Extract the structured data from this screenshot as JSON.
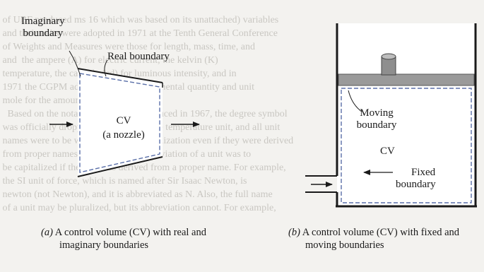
{
  "left": {
    "labels": {
      "imaginary_line1": "Imaginary",
      "imaginary_line2": "boundary",
      "real": "Real boundary",
      "cv": "CV",
      "nozzle": "(a nozzle)"
    },
    "caption": {
      "letter": "(a)",
      "line1": "A control volume (CV) with real and",
      "line2": "imaginary boundaries"
    }
  },
  "right": {
    "labels": {
      "moving_line1": "Moving",
      "moving_line2": "boundary",
      "cv": "CV",
      "fixed_line1": "Fixed",
      "fixed_line2": "boundary"
    },
    "caption": {
      "letter": "(b)",
      "line1": "A control volume (CV) with fixed and",
      "line2": "moving boundaries"
    }
  },
  "colors": {
    "stroke": "#1a1a1a",
    "dashed": "#5a6fa8",
    "piston": "#9a9a9a",
    "background": "#f3f2ef"
  }
}
